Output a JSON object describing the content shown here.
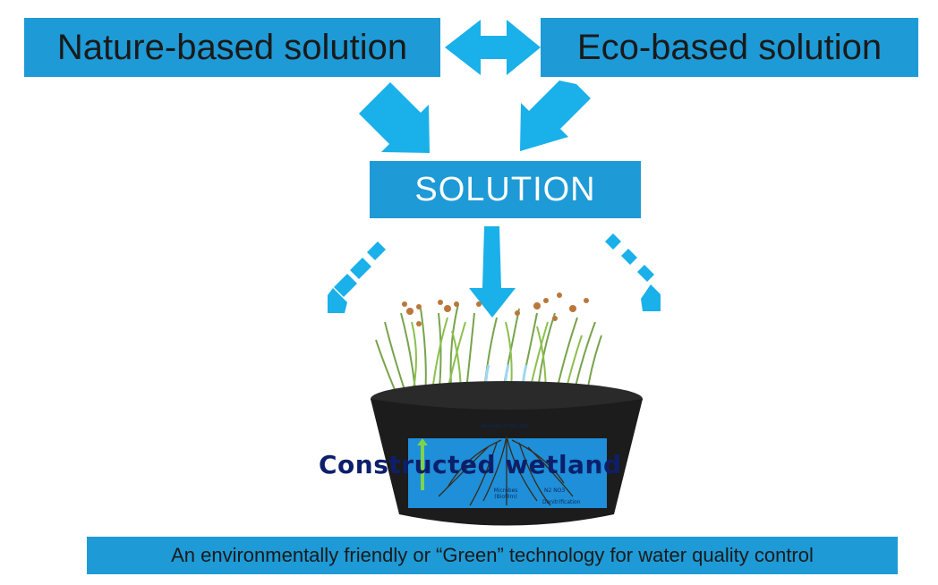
{
  "boxes": {
    "nature": "Nature-based solution",
    "eco": "Eco-based solution",
    "solution": "SOLUTION",
    "caption": "An environmentally friendly or “Green” technology for water quality control"
  },
  "wetland": {
    "title": "Constructed wetland",
    "release": "Release of N2 gas",
    "microbes": "Microbes (Biofilm)",
    "denitrification": "Denitrification",
    "nitrogen": "N2  NO3"
  },
  "colors": {
    "box": "#1e9ad6",
    "arrow": "#1ab0ea",
    "tub": "#1c1c1c",
    "water": "#1e8fd8",
    "title_text": "#0d1f6b"
  }
}
